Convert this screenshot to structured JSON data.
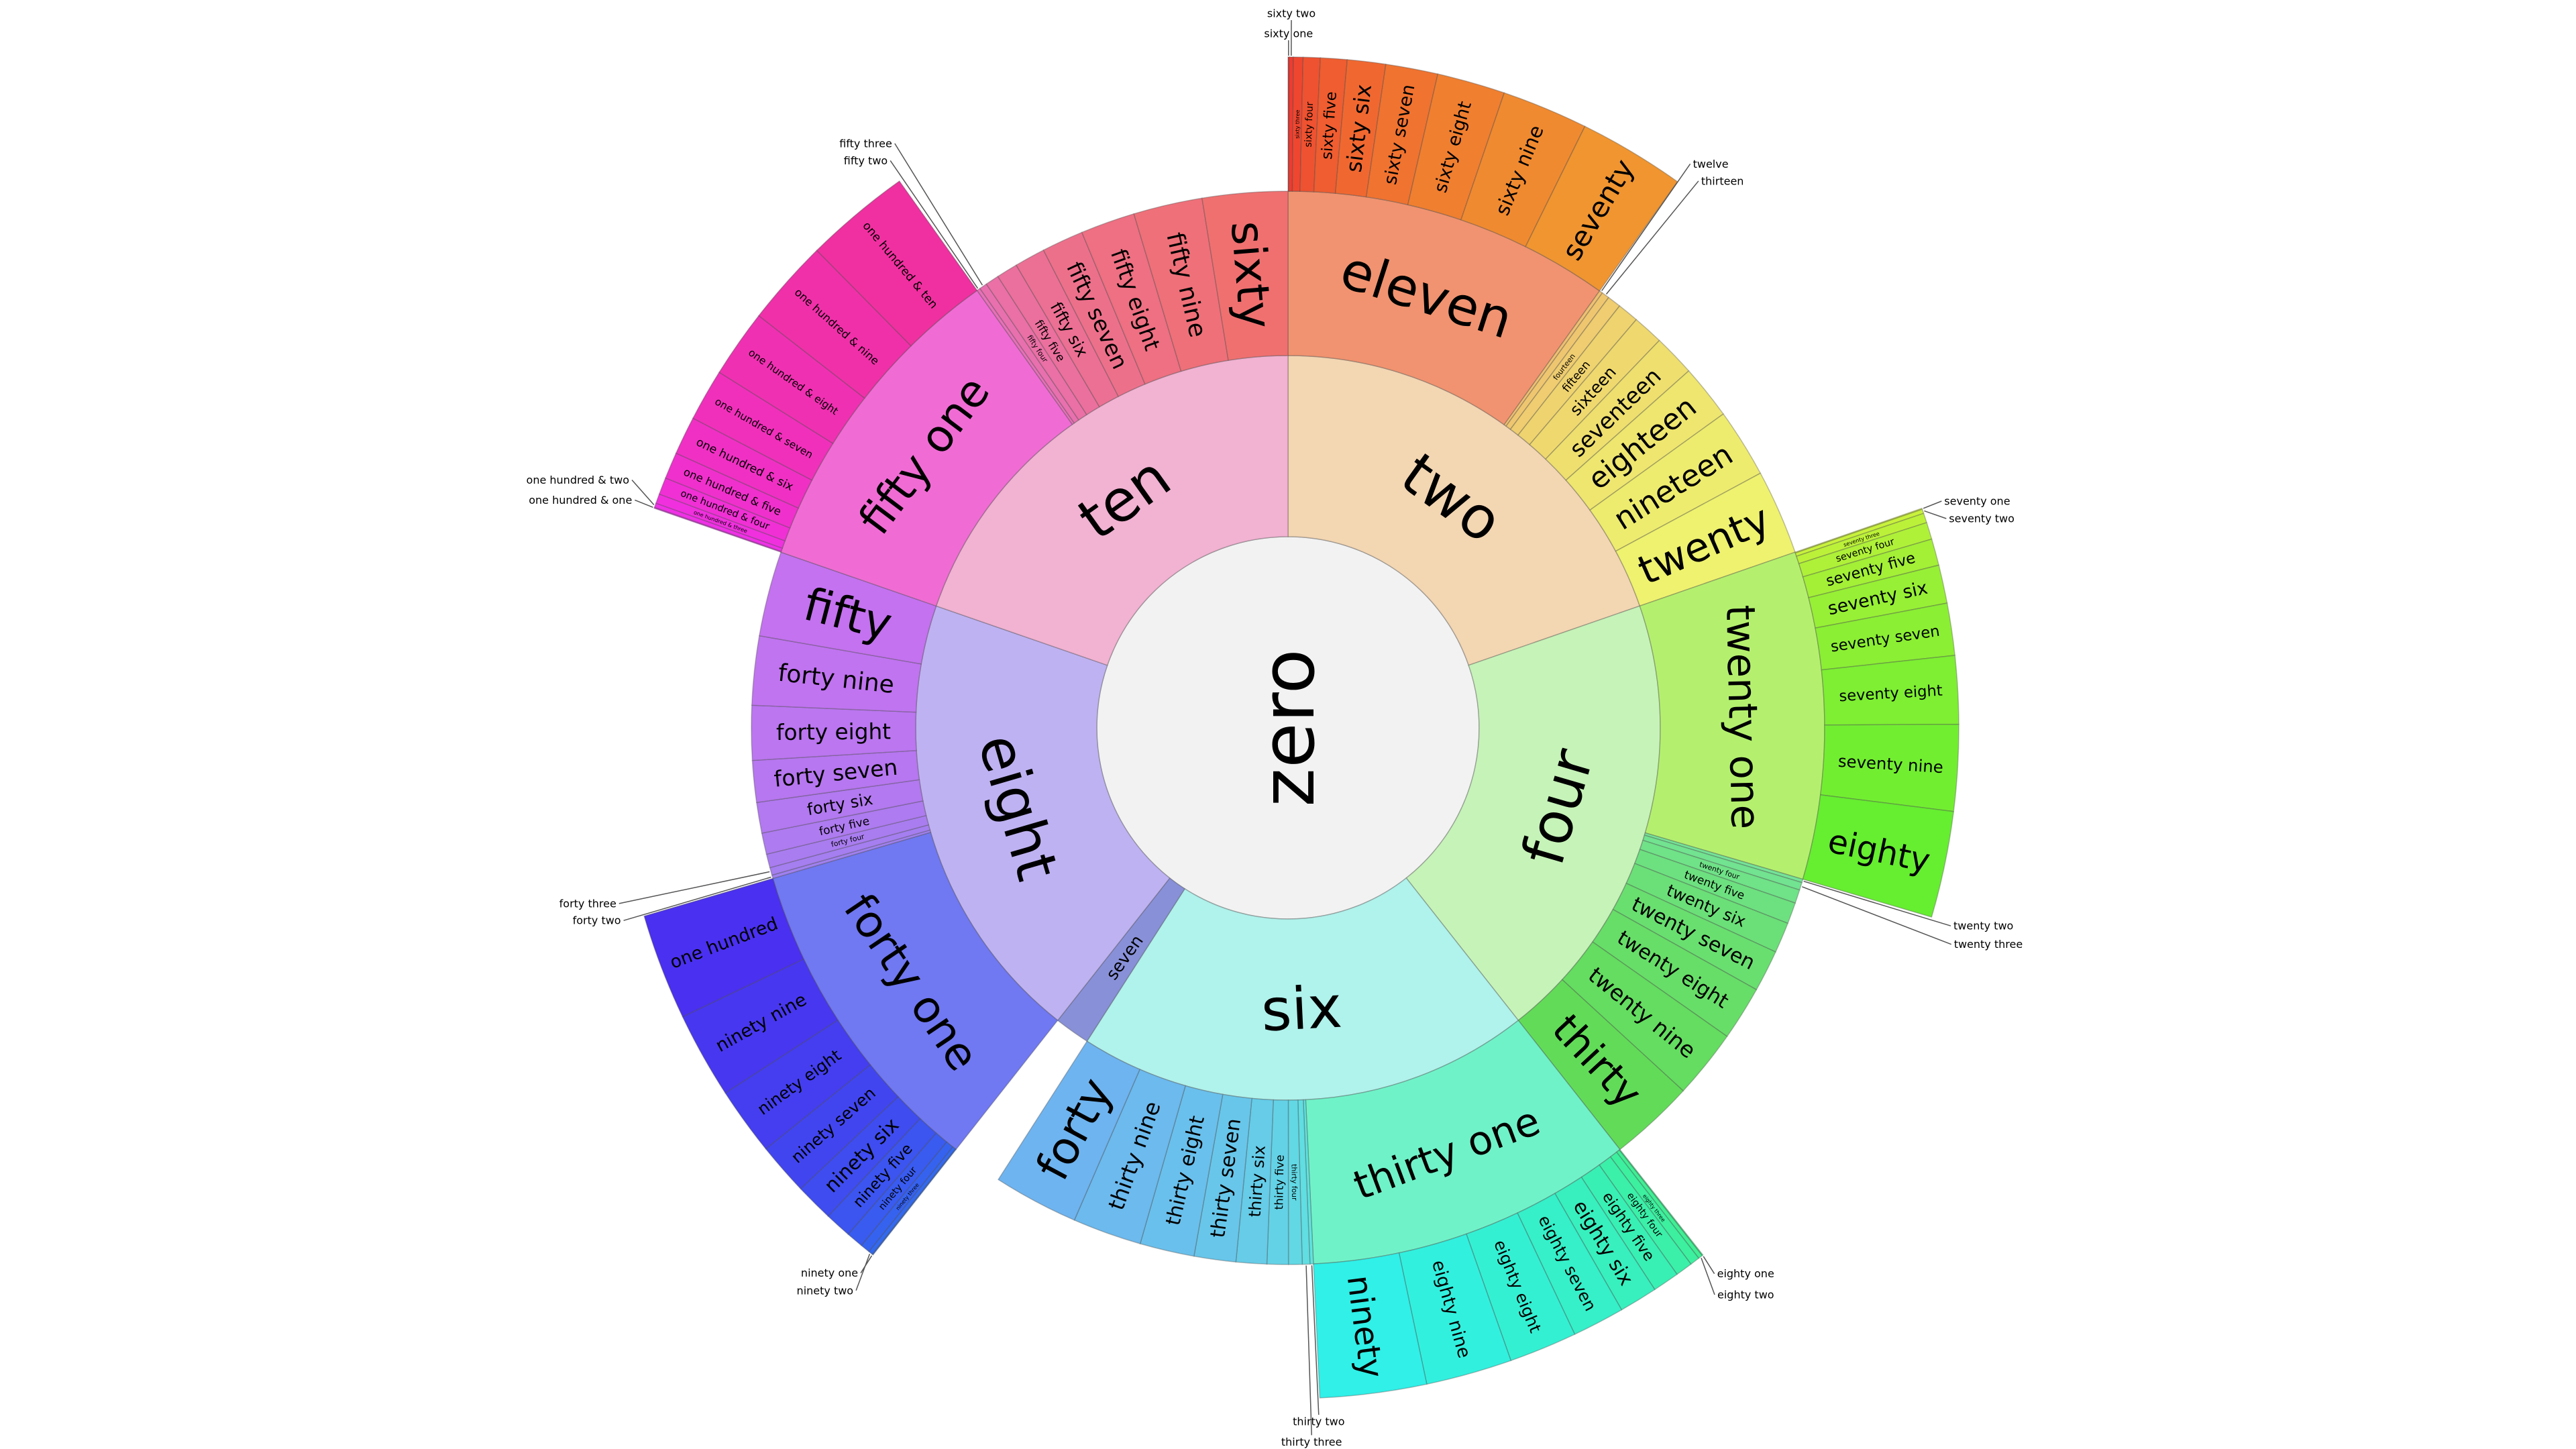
{
  "chart_data": {
    "type": "sunburst",
    "title": "",
    "root": {
      "name": "zero",
      "color": "#f2f2f2",
      "children": [
        {
          "name": "two",
          "color": "#f3d6b2",
          "leaf_colors": [
            "#efc070",
            "#eef26e"
          ],
          "children": [
            {
              "name": "eleven",
              "color": "#f19370",
              "leaf_colors": [
                "#ef3030",
                "#f09530"
              ],
              "children": [
                {
                  "name": "sixty one",
                  "value": 1
                },
                {
                  "name": "sixty two",
                  "value": 4
                },
                {
                  "name": "sixty three",
                  "value": 9
                },
                {
                  "name": "sixty four",
                  "value": 16
                },
                {
                  "name": "sixty five",
                  "value": 25
                },
                {
                  "name": "sixty six",
                  "value": 36
                },
                {
                  "name": "sixty seven",
                  "value": 49
                },
                {
                  "name": "sixty eight",
                  "value": 64
                },
                {
                  "name": "sixty nine",
                  "value": 81
                },
                {
                  "name": "seventy",
                  "value": 100
                }
              ]
            },
            {
              "name": "twelve",
              "value": 4
            },
            {
              "name": "thirteen",
              "value": 9
            },
            {
              "name": "fourteen",
              "value": 16
            },
            {
              "name": "fifteen",
              "value": 25
            },
            {
              "name": "sixteen",
              "value": 36
            },
            {
              "name": "seventeen",
              "value": 49
            },
            {
              "name": "eighteen",
              "value": 64
            },
            {
              "name": "nineteen",
              "value": 81
            },
            {
              "name": "twenty",
              "value": 100
            }
          ]
        },
        {
          "name": "four",
          "color": "#c6f3b8",
          "leaf_colors": [
            "#74e498",
            "#62dc58"
          ],
          "children": [
            {
              "name": "twenty one",
              "color": "#b4f06e",
              "leaf_colors": [
                "#d4f23c",
                "#66ee30"
              ],
              "children": [
                {
                  "name": "seventy one",
                  "value": 1
                },
                {
                  "name": "seventy two",
                  "value": 4
                },
                {
                  "name": "seventy three",
                  "value": 9
                },
                {
                  "name": "seventy four",
                  "value": 16
                },
                {
                  "name": "seventy five",
                  "value": 25
                },
                {
                  "name": "seventy six",
                  "value": 36
                },
                {
                  "name": "seventy seven",
                  "value": 49
                },
                {
                  "name": "seventy eight",
                  "value": 64
                },
                {
                  "name": "seventy nine",
                  "value": 81
                },
                {
                  "name": "eighty",
                  "value": 100
                }
              ]
            },
            {
              "name": "twenty two",
              "value": 4
            },
            {
              "name": "twenty three",
              "value": 9
            },
            {
              "name": "twenty four",
              "value": 16
            },
            {
              "name": "twenty five",
              "value": 25
            },
            {
              "name": "twenty six",
              "value": 36
            },
            {
              "name": "twenty seven",
              "value": 49
            },
            {
              "name": "twenty eight",
              "value": 64
            },
            {
              "name": "twenty nine",
              "value": 81
            },
            {
              "name": "thirty",
              "value": 100
            }
          ]
        },
        {
          "name": "six",
          "color": "#b0f2ec",
          "leaf_colors": [
            "#5ee4e0",
            "#6eb4f0"
          ],
          "children": [
            {
              "name": "thirty one",
              "color": "#70f2c8",
              "leaf_colors": [
                "#40f08a",
                "#30f0e8"
              ],
              "children": [
                {
                  "name": "eighty one",
                  "value": 1
                },
                {
                  "name": "eighty two",
                  "value": 4
                },
                {
                  "name": "eighty three",
                  "value": 9
                },
                {
                  "name": "eighty four",
                  "value": 16
                },
                {
                  "name": "eighty five",
                  "value": 25
                },
                {
                  "name": "eighty six",
                  "value": 36
                },
                {
                  "name": "eighty seven",
                  "value": 49
                },
                {
                  "name": "eighty eight",
                  "value": 64
                },
                {
                  "name": "eighty nine",
                  "value": 81
                },
                {
                  "name": "ninety",
                  "value": 100
                }
              ]
            },
            {
              "name": "thirty two",
              "value": 4
            },
            {
              "name": "thirty three",
              "value": 9
            },
            {
              "name": "thirty four",
              "value": 16
            },
            {
              "name": "thirty five",
              "value": 25
            },
            {
              "name": "thirty six",
              "value": 36
            },
            {
              "name": "thirty seven",
              "value": 49
            },
            {
              "name": "thirty eight",
              "value": 64
            },
            {
              "name": "thirty nine",
              "value": 81
            },
            {
              "name": "forty",
              "value": 100
            }
          ]
        },
        {
          "name": "seven",
          "value": 60,
          "color": "#8890d8"
        },
        {
          "name": "eight",
          "color": "#bfb2f2",
          "leaf_colors": [
            "#a080f0",
            "#c472f0"
          ],
          "children": [
            {
              "name": "forty one",
              "color": "#7078f2",
              "leaf_colors": [
                "#3070f0",
                "#4a30f0"
              ],
              "children": [
                {
                  "name": "ninety one",
                  "value": 1
                },
                {
                  "name": "ninety two",
                  "value": 4
                },
                {
                  "name": "ninety three",
                  "value": 9
                },
                {
                  "name": "ninety four",
                  "value": 16
                },
                {
                  "name": "ninety five",
                  "value": 25
                },
                {
                  "name": "ninety six",
                  "value": 36
                },
                {
                  "name": "ninety seven",
                  "value": 49
                },
                {
                  "name": "ninety eight",
                  "value": 64
                },
                {
                  "name": "ninety nine",
                  "value": 81
                },
                {
                  "name": "one hundred",
                  "value": 100
                }
              ]
            },
            {
              "name": "forty two",
              "value": 4
            },
            {
              "name": "forty three",
              "value": 9
            },
            {
              "name": "forty four",
              "value": 16
            },
            {
              "name": "forty five",
              "value": 25
            },
            {
              "name": "forty six",
              "value": 36
            },
            {
              "name": "forty seven",
              "value": 49
            },
            {
              "name": "forty eight",
              "value": 64
            },
            {
              "name": "forty nine",
              "value": 81
            },
            {
              "name": "fifty",
              "value": 100
            }
          ]
        },
        {
          "name": "ten",
          "color": "#f2b2d2",
          "leaf_colors": [
            "#e870b8",
            "#f07070"
          ],
          "children": [
            {
              "name": "fifty one",
              "color": "#f06cd4",
              "leaf_colors": [
                "#f030f0",
                "#f030a0"
              ],
              "children": [
                {
                  "name": "one hundred & one",
                  "value": 1
                },
                {
                  "name": "one hundred & two",
                  "value": 4
                },
                {
                  "name": "one hundred & three",
                  "value": 9
                },
                {
                  "name": "one hundred & four",
                  "value": 16
                },
                {
                  "name": "one hundred & five",
                  "value": 25
                },
                {
                  "name": "one hundred & six",
                  "value": 36
                },
                {
                  "name": "one hundred & seven",
                  "value": 49
                },
                {
                  "name": "one hundred & eight",
                  "value": 64
                },
                {
                  "name": "one hundred & nine",
                  "value": 81
                },
                {
                  "name": "one hundred & ten",
                  "value": 100
                }
              ]
            },
            {
              "name": "fifty two",
              "value": 4
            },
            {
              "name": "fifty three",
              "value": 9
            },
            {
              "name": "fifty four",
              "value": 16
            },
            {
              "name": "fifty five",
              "value": 25
            },
            {
              "name": "fifty six",
              "value": 36
            },
            {
              "name": "fifty seven",
              "value": 49
            },
            {
              "name": "fifty eight",
              "value": 64
            },
            {
              "name": "fifty nine",
              "value": 81
            },
            {
              "name": "sixty",
              "value": 100
            }
          ]
        }
      ]
    }
  }
}
